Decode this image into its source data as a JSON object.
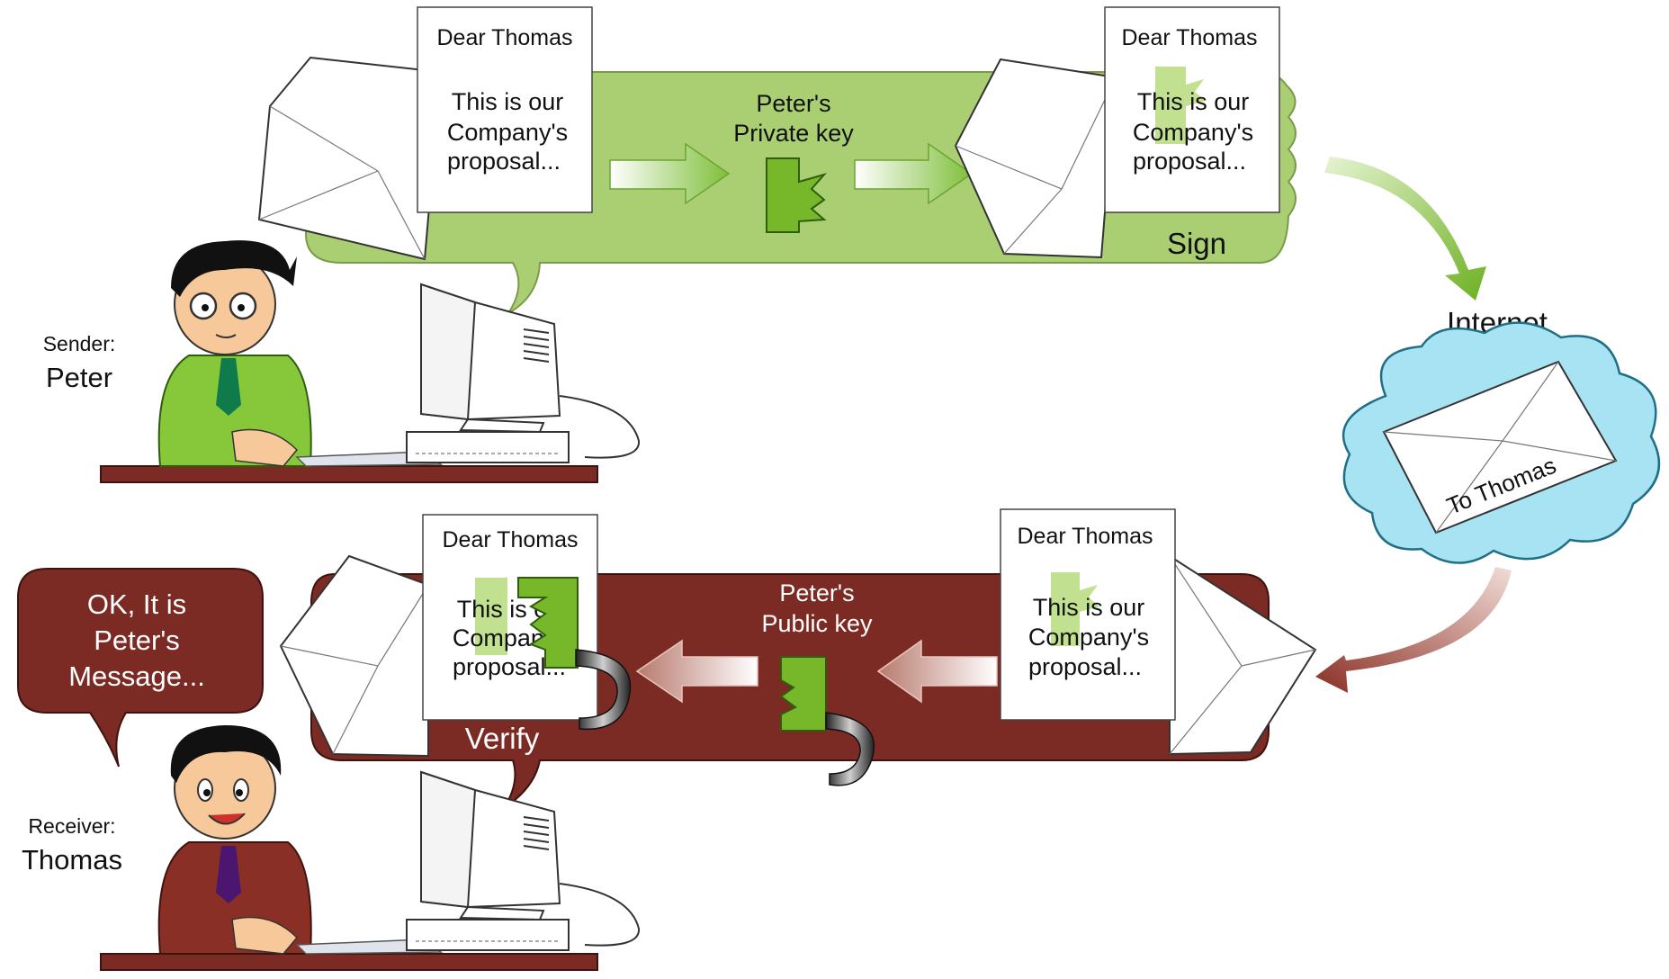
{
  "sender": {
    "role": "Sender:",
    "name": "Peter"
  },
  "receiver": {
    "role": "Receiver:",
    "name": "Thomas"
  },
  "letter": {
    "greeting": "Dear Thomas",
    "line1": "This is our",
    "line2": "Company's",
    "line3": "proposal..."
  },
  "sign_panel": {
    "key_line1": "Peter's",
    "key_line2": "Private key",
    "step": "Sign"
  },
  "verify_panel": {
    "key_line1": "Peter's",
    "key_line2": "Public key",
    "step": "Verify"
  },
  "internet": {
    "label": "Internet",
    "envelope_label": "To Thomas"
  },
  "speech": {
    "line1": "OK, It is",
    "line2": "Peter's",
    "line3": "Message..."
  },
  "colors": {
    "sign_fill": "#a9cf72",
    "verify_fill": "#7b2b24",
    "key_green": "#76b82a",
    "cloud_fill": "#a7e3f2"
  }
}
